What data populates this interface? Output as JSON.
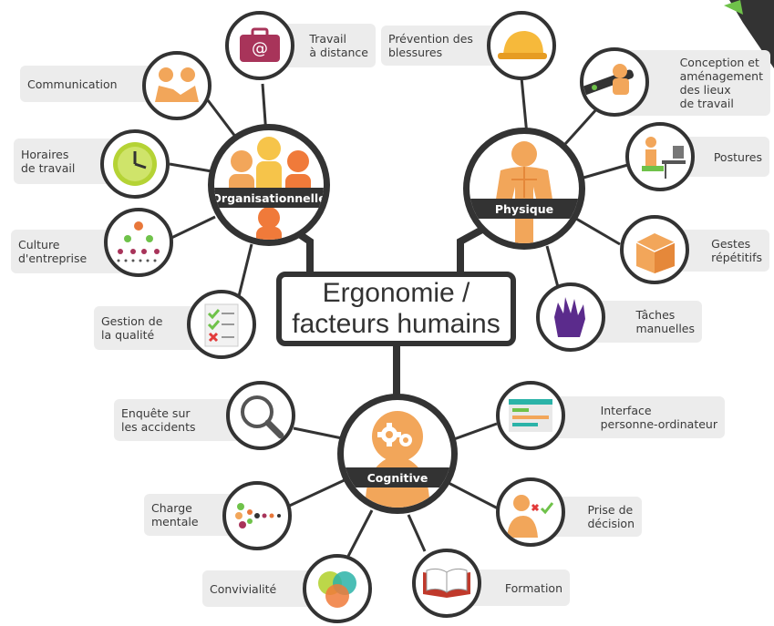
{
  "title": {
    "line1": "Ergonomie /",
    "line2": "facteurs humains"
  },
  "hubs": {
    "organisational": "Organisationnelle",
    "physical": "Physique",
    "cognitive": "Cognitive"
  },
  "topics": {
    "remote_work": "Travail\nà distance",
    "communication": "Communication",
    "work_hours": "Horaires\nde travail",
    "culture": "Culture\nd'entreprise",
    "quality": "Gestion de\nla qualité",
    "injury_prevention": "Prévention des\nblessures",
    "workplace_design": "Conception et\naménagement\ndes lieux\nde travail",
    "postures": "Postures",
    "repetitive": "Gestes\nrépétitifs",
    "manual_tasks": "Tâches\nmanuelles",
    "accident_survey": "Enquête sur\nles accidents",
    "mental_load": "Charge\nmentale",
    "conviviality": "Convivialité",
    "hci": "Interface\npersonne-ordinateur",
    "decision": "Prise de\ndécision",
    "training": "Formation"
  },
  "colors": {
    "line": "#333333",
    "label_bg": "#ececec",
    "orange": "#f2a65a",
    "green": "#6fc24a",
    "purple": "#5b2b8c",
    "maroon": "#a8345a"
  }
}
